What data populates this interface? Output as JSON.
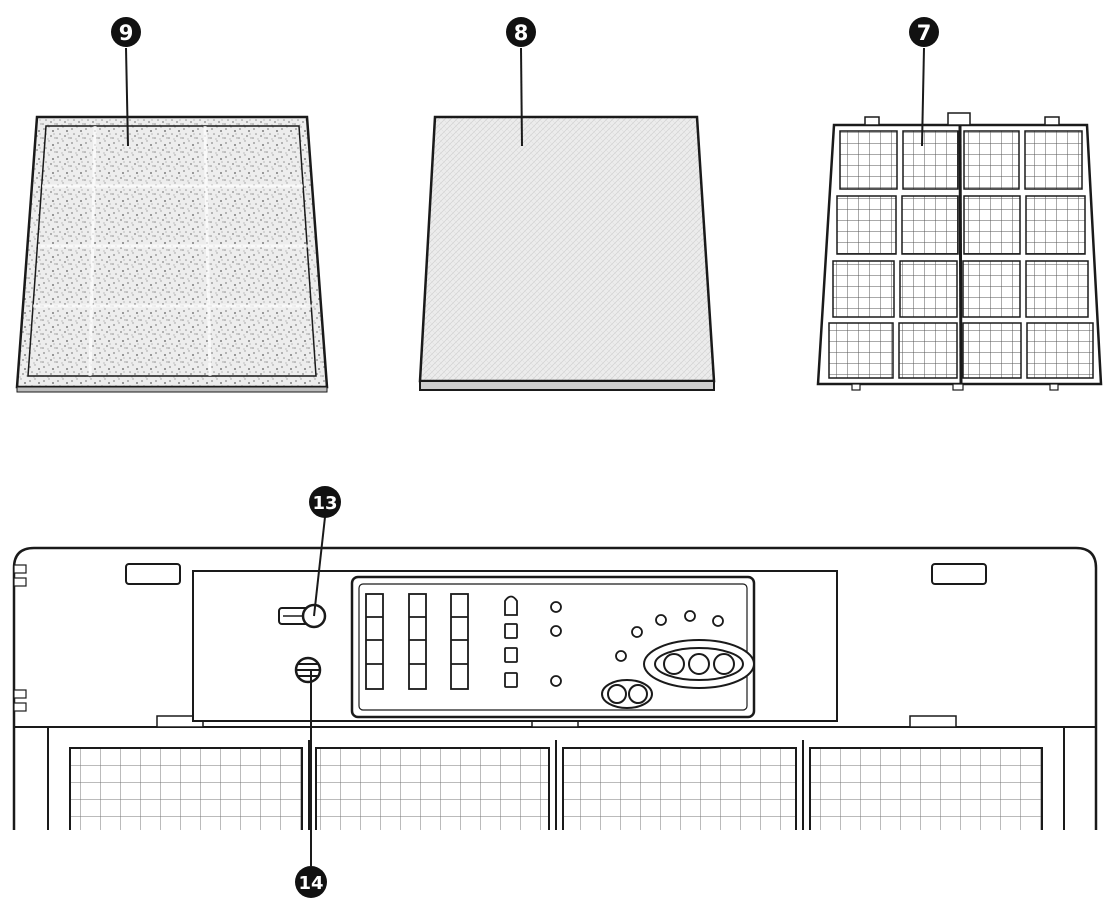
{
  "callouts": {
    "c9": "9",
    "c8": "8",
    "c7": "7",
    "c13": "13",
    "c14": "14"
  },
  "colors": {
    "line": "#1a1a1a",
    "filter_fill": "#e4e4e4",
    "speckle": "#8a8a8a",
    "badge": "#111111"
  },
  "icons": {
    "badge_shape": "filled-circle"
  }
}
